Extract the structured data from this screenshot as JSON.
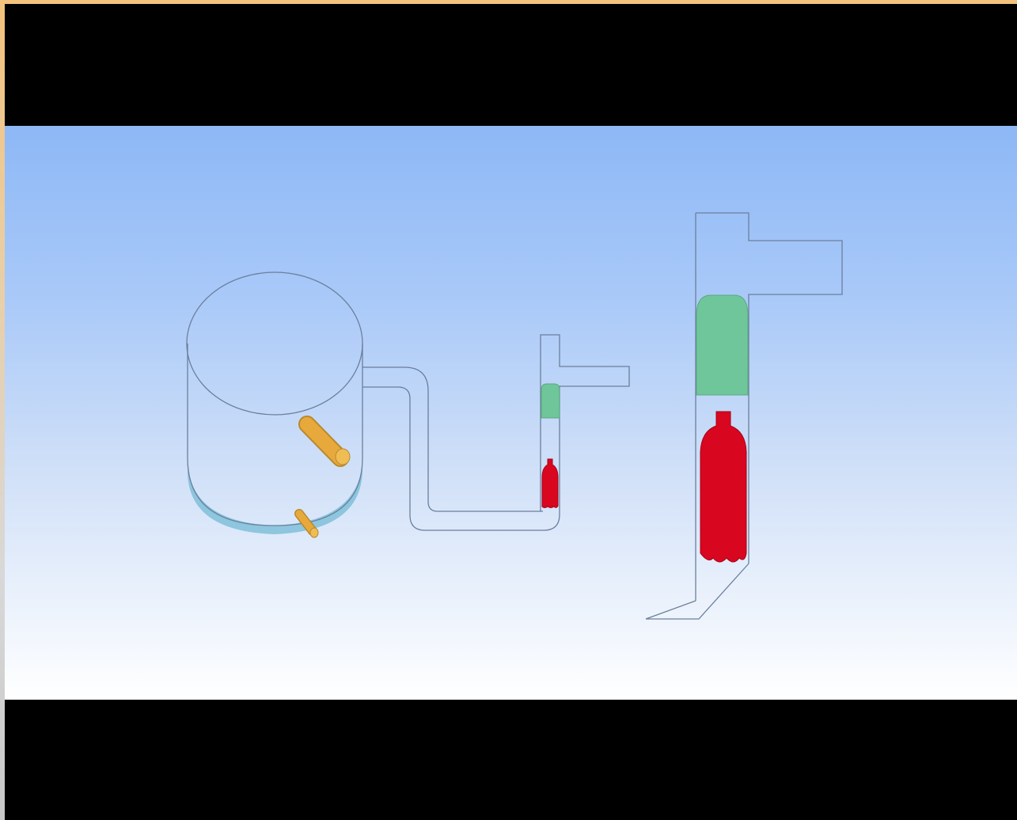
{
  "colors": {
    "outline": "#6b7f9c",
    "green_fill": "#6fc69a",
    "red_fill": "#d9061f",
    "orange_pipe": "#e8a93c",
    "water_blue": "#7fc0d8",
    "sky_top": "#8db8f6",
    "sky_bottom": "#ffffff",
    "letterbox": "#000000"
  },
  "objects": [
    "tank-cylinder",
    "inlet-pipe-orange",
    "drain-pipe-orange",
    "u-tube",
    "small-riser-column",
    "small-green-slug",
    "small-red-bottle",
    "large-column",
    "large-green-slug",
    "large-red-bottle",
    "angled-outlet-chute"
  ]
}
